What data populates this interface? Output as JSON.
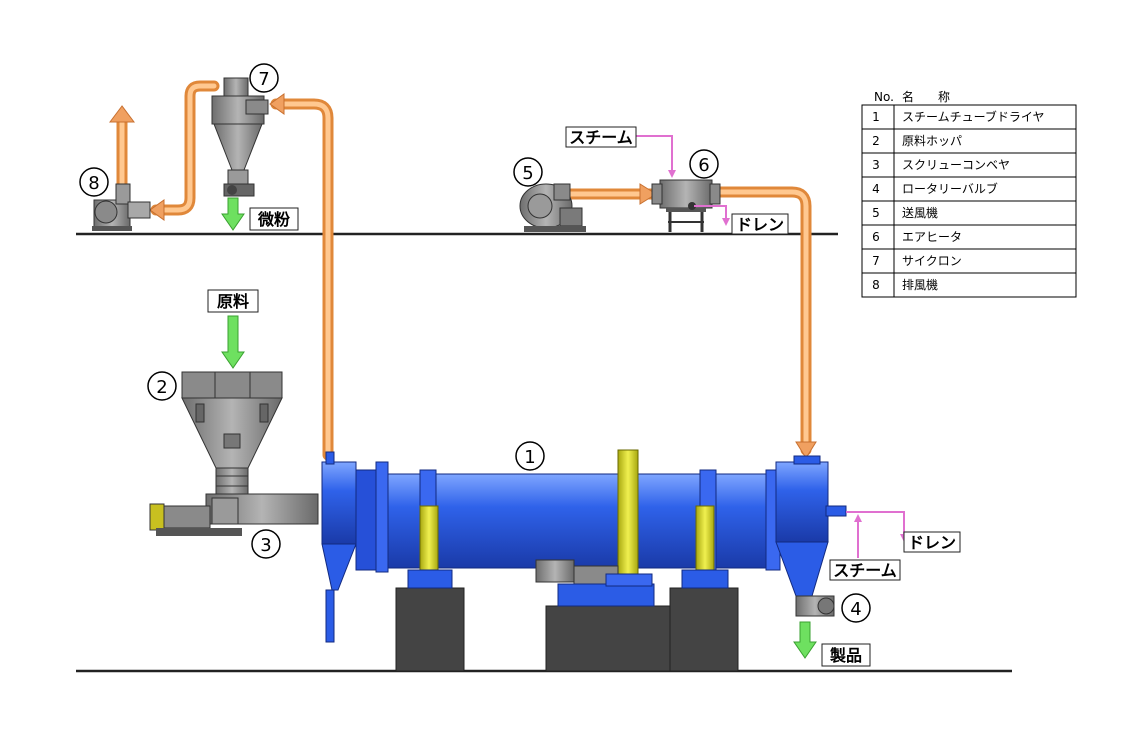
{
  "legend": {
    "header_no": "No.",
    "header_name": "名　　称",
    "rows": [
      {
        "no": "1",
        "name": "スチームチューブドライヤ"
      },
      {
        "no": "2",
        "name": "原料ホッパ"
      },
      {
        "no": "3",
        "name": "スクリューコンベヤ"
      },
      {
        "no": "4",
        "name": "ロータリーバルブ"
      },
      {
        "no": "5",
        "name": "送風機"
      },
      {
        "no": "6",
        "name": "エアヒータ"
      },
      {
        "no": "7",
        "name": "サイクロン"
      },
      {
        "no": "8",
        "name": "排風機"
      }
    ]
  },
  "labels": {
    "steam_top": "スチーム",
    "drain_top": "ドレン",
    "fine_powder": "微粉",
    "raw_material": "原料",
    "drain_right": "ドレン",
    "steam_right": "スチーム",
    "product": "製品"
  },
  "callouts": {
    "n1": "1",
    "n2": "2",
    "n3": "3",
    "n4": "4",
    "n5": "5",
    "n6": "6",
    "n7": "7",
    "n8": "8"
  },
  "colors": {
    "drum_blue": "#2b5ce6",
    "support_yellow": "#d8d820",
    "air_pipe": "#f5b06a",
    "steam_line": "#e070d0",
    "flow_green": "#5ad84a",
    "foundation": "#444444"
  }
}
